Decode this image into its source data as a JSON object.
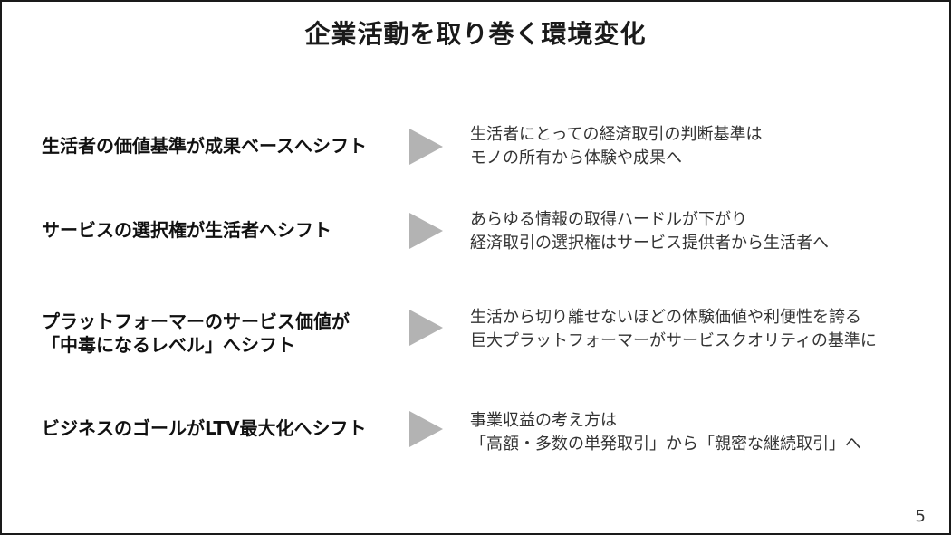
{
  "title": "企業活動を取り巻く環境変化",
  "rows": [
    {
      "heading": [
        "生活者の価値基準が成果ベースへシフト"
      ],
      "description": [
        "生活者にとっての経済取引の判断基準は",
        "モノの所有から体験や成果へ"
      ]
    },
    {
      "heading": [
        "サービスの選択権が生活者へシフト"
      ],
      "description": [
        "あらゆる情報の取得ハードルが下がり",
        "経済取引の選択権はサービス提供者から生活者へ"
      ]
    },
    {
      "heading": [
        "プラットフォーマーのサービス価値が",
        "「中毒になるレベル」へシフト"
      ],
      "description": [
        "生活から切り離せないほどの体験価値や利便性を誇る",
        "巨大プラットフォーマーがサービスクオリティの基準に"
      ]
    },
    {
      "heading": [
        "ビジネスのゴールがLTV最大化へシフト"
      ],
      "description": [
        "事業収益の考え方は",
        "「高額・多数の単発取引」から「親密な継続取引」へ"
      ]
    }
  ],
  "page_number": "5",
  "colors": {
    "arrow": "#b3b3b3",
    "border": "#1a1a1a"
  }
}
